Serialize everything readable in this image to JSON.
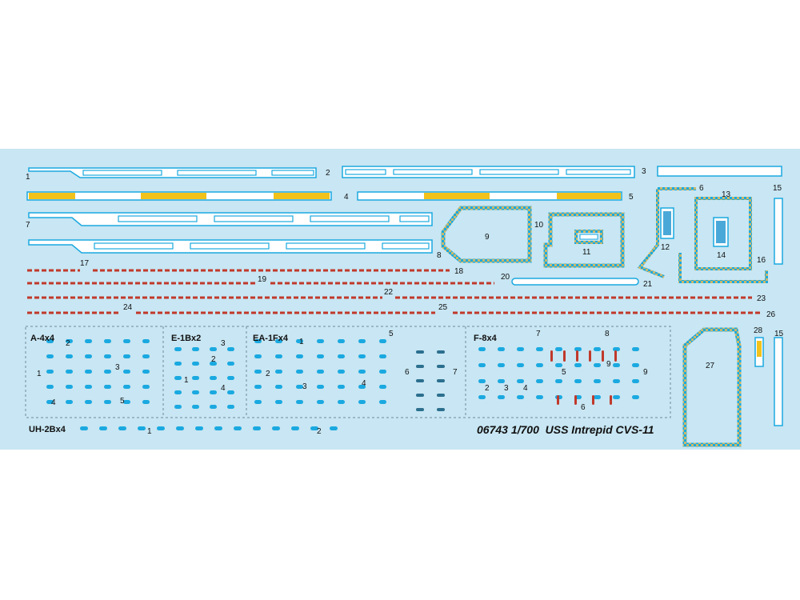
{
  "sheet": {
    "title": "06743 1/700  USS Intrepid CVS-11",
    "colors": {
      "background": "#c8e6f3",
      "outline": "#1aa9e0",
      "white": "#ffffff",
      "yellow": "#f2c21b",
      "red": "#c0392b",
      "olive": "#c9b86a",
      "dash": "#6f8a98"
    }
  },
  "labels": {
    "n1": "1",
    "n2": "2",
    "n3": "3",
    "n4": "4",
    "n5": "5",
    "n6": "6",
    "n7": "7",
    "n8": "8",
    "n9": "9",
    "n10": "10",
    "n11": "11",
    "n12": "12",
    "n13": "13",
    "n14": "14",
    "n15": "15",
    "n16": "16",
    "n17": "17",
    "n18": "18",
    "n19": "19",
    "n20": "20",
    "n21": "21",
    "n22": "22",
    "n23": "23",
    "n24": "24",
    "n25": "25",
    "n26": "26",
    "n27": "27",
    "n28": "28",
    "n15b": "15"
  },
  "groups": {
    "a4": {
      "name": "A-4x4",
      "nums": [
        "2",
        "3",
        "1",
        "4",
        "5"
      ]
    },
    "e1b": {
      "name": "E-1Bx2",
      "nums": [
        "3",
        "2",
        "1",
        "4"
      ]
    },
    "ea1f": {
      "name": "EA-1Fx4",
      "nums": [
        "1",
        "5",
        "2",
        "3",
        "4",
        "6",
        "7"
      ]
    },
    "f8": {
      "name": "F-8x4",
      "nums": [
        "7",
        "8",
        "9",
        "5",
        "2",
        "3",
        "4",
        "6",
        "9"
      ]
    },
    "uh2b": {
      "name": "UH-2Bx4",
      "nums": [
        "1",
        "2"
      ]
    }
  }
}
